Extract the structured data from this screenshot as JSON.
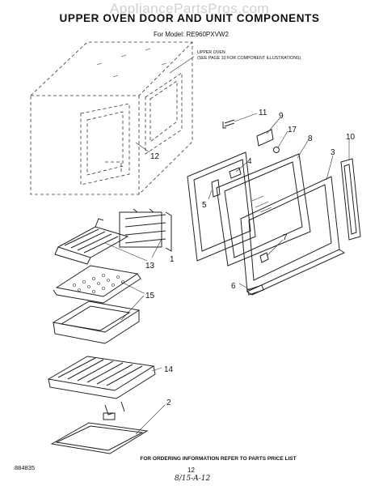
{
  "header": {
    "watermark": "AppliancePartsPros.com",
    "title": "UPPER OVEN DOOR AND UNIT COMPONENTS",
    "model": "For Model: RE960PXVW2",
    "note_line1": "UPPER OVEN",
    "note_line2": "(SEE PAGE 10 FOR COMPONENT ILLUSTRATIONS)"
  },
  "callouts": {
    "n1": "1",
    "n2": "2",
    "n3": "3",
    "n4": "4",
    "n5": "5",
    "n6": "6",
    "n7": "7",
    "n8": "8",
    "n9": "9",
    "n10": "10",
    "n11": "11",
    "n12": "12",
    "n13": "13",
    "n14": "14",
    "n15": "15",
    "n17": "17"
  },
  "footer": {
    "doc_number": "884835",
    "instructions": "FOR ORDERING INFORMATION REFER TO PARTS PRICE LIST",
    "page_number": "12",
    "handwritten": "8/15-A-12"
  }
}
